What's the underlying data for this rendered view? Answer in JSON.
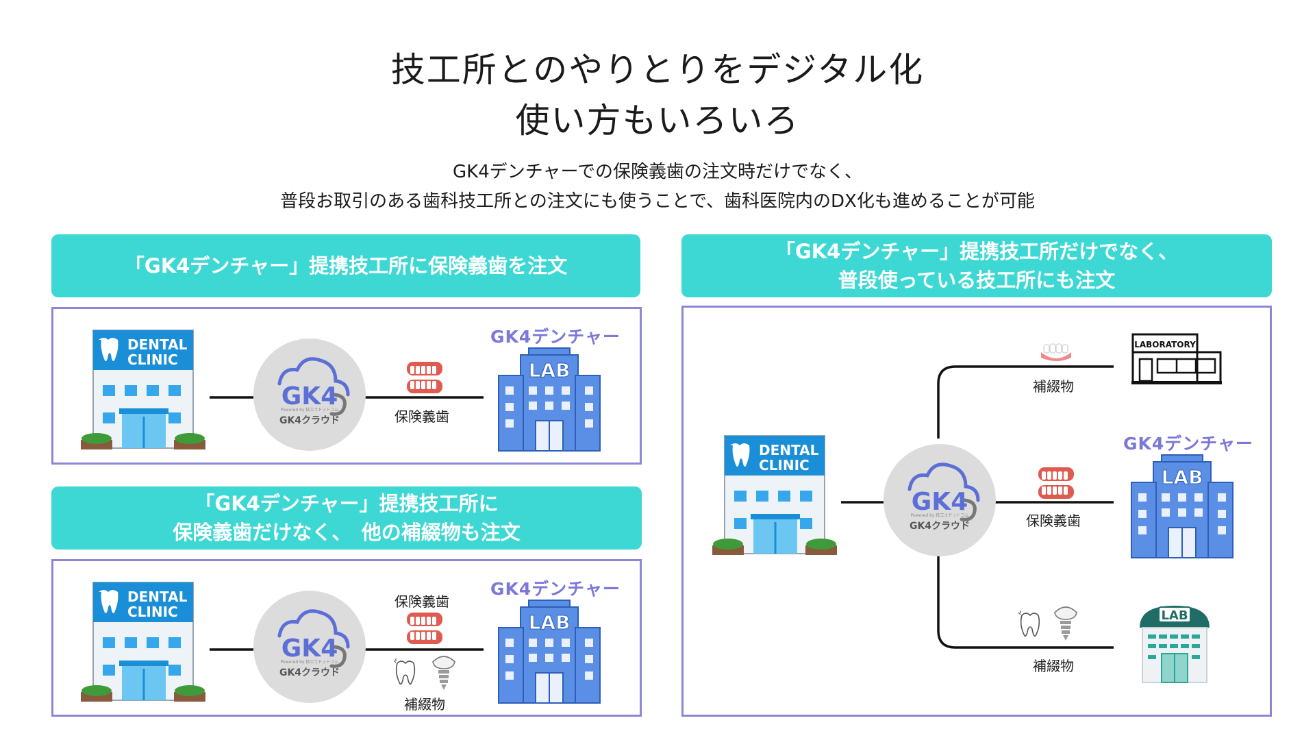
{
  "header": {
    "title_line1": "技工所とのやりとりをデジタル化",
    "title_line2": "使い方もいろいろ",
    "subtitle_line1": "GK4デンチャーでの保険義歯の注文時だけでなく、",
    "subtitle_line2": "普段お取引のある歯科技工所との注文にも使うことで、歯科医院内のDX化も進めることが可能"
  },
  "panel1": {
    "banner": "「GK4デンチャー」提携技工所に保険義歯を注文",
    "item_label": "保険義歯"
  },
  "panel2": {
    "banner_line1": "「GK4デンチャー」提携技工所に",
    "banner_line2": "保険義歯だけなく、　他の補綴物も注文",
    "item_label_top": "保険義歯",
    "item_label_bottom": "補綴物"
  },
  "panel3": {
    "banner_line1": "「GK4デンチャー」提携技工所だけでなく、",
    "banner_line2": "普段使っている技工所にも注文",
    "branch_top_label": "補綴物",
    "branch_mid_label": "保険義歯",
    "branch_bottom_label": "補綴物"
  },
  "common": {
    "clinic_line1": "DENTAL",
    "clinic_line2": "CLINIC",
    "cloud_logo": "GK4",
    "cloud_tagline": "Powered by 技工士ドットコム",
    "cloud_caption": "GK4クラウド",
    "brand_name": "GK4デンチャー",
    "lab_sign": "LAB",
    "laboratory_sign": "LABORATORY"
  },
  "colors": {
    "banner": "#3ed8d4",
    "box_border": "#8b86d6",
    "lab_blue": "#5b8fe6",
    "clinic_blue": "#1a8fd8",
    "brand_purple": "#7b78d8"
  }
}
